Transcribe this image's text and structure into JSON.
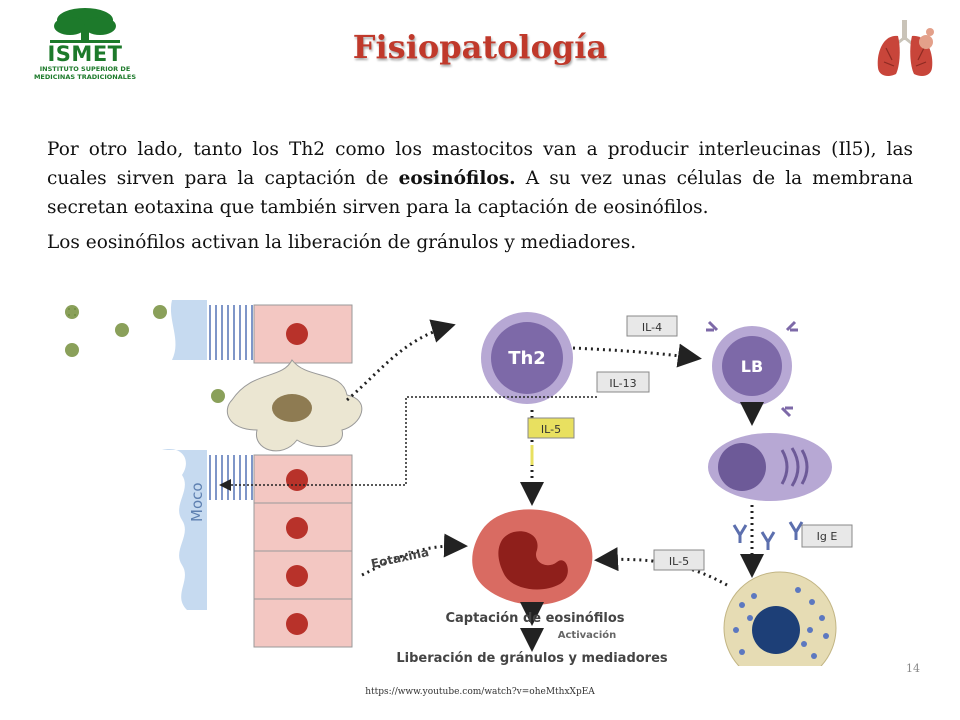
{
  "logo": {
    "name": "ISMET",
    "subtitle_line1": "INSTITUTO SUPERIOR DE",
    "subtitle_line2": "MEDICINAS TRADICIONALES"
  },
  "slide": {
    "title": "Fisiopatología",
    "page_number": "14",
    "source_url": "https://www.youtube.com/watch?v=oheMthxXpEA"
  },
  "body": {
    "para1_part1": "Por otro lado, tanto los Th2 como los mastocitos van a producir interleucinas (Il5), las cuales sirven para la captación de ",
    "para1_bold": "eosinófilos.",
    "para1_part2": " A su vez unas células de la membrana secretan eotaxina que también sirven para la captación de eosinófilos.",
    "para2": "Los eosinófilos activan la liberación de gránulos y mediadores."
  },
  "diagram": {
    "th2": "Th2",
    "lb": "LB",
    "il4": "IL-4",
    "il13": "IL-13",
    "il5_center": "IL-5",
    "il5_right": "IL-5",
    "ige": "Ig E",
    "moco": "Moco",
    "eotaxina": "Eotaxina",
    "captacion": "Captación de eosinófilos",
    "activacion": "Activación",
    "liberacion": "Liberación de gránulos y mediadores"
  },
  "colors": {
    "title": "#c0392b",
    "logo_green": "#1d7a2b",
    "epithelium": "#f3c7c2",
    "nucleus": "#b8322a",
    "lymphocyte": "#9f8bc1",
    "mast_cell": "#e6dcb4",
    "eosinophil": "#d96b62",
    "mucus": "#c6daf0"
  }
}
